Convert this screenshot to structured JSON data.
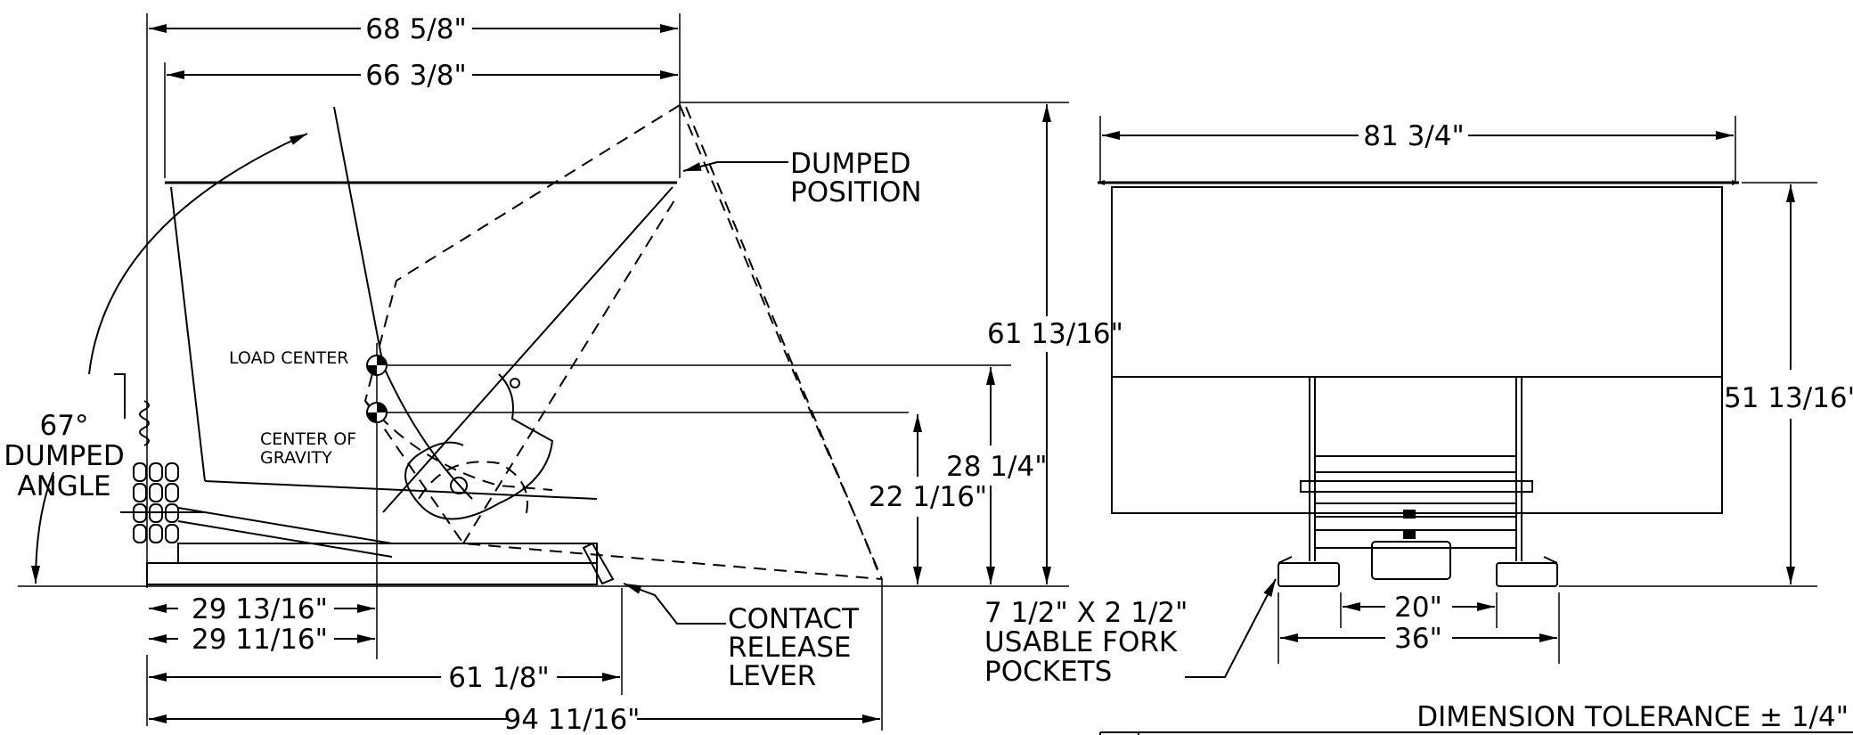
{
  "side_view": {
    "dims": {
      "overall_top": "68 5/8\"",
      "inner_top": "66 3/8\"",
      "height_dumped": "61 13/16\"",
      "load_center_height": "28 1/4\"",
      "cog_height": "22 1/16\"",
      "load_center_from_rear": "29 13/16\"",
      "cog_from_rear": "29 11/16\"",
      "base_length": "61 1/8\"",
      "dumped_length": "94 11/16\""
    },
    "labels": {
      "dumped_position": [
        "DUMPED",
        "POSITION"
      ],
      "angle": [
        "67°",
        "DUMPED",
        "ANGLE"
      ],
      "load_center": "LOAD CENTER",
      "center_of_gravity": [
        "CENTER OF",
        "GRAVITY"
      ],
      "contact_release": [
        "CONTACT",
        "RELEASE",
        "LEVER"
      ]
    }
  },
  "front_view": {
    "dims": {
      "width": "81 3/4\"",
      "height": "51 13/16\"",
      "fork_inner": "20\"",
      "fork_outer": "36\""
    },
    "labels": {
      "fork_pockets": [
        "7 1/2\" X 2 1/2\"",
        "USABLE FORK",
        "POCKETS"
      ]
    }
  },
  "tolerance": "DIMENSION TOLERANCE ± 1/4\""
}
